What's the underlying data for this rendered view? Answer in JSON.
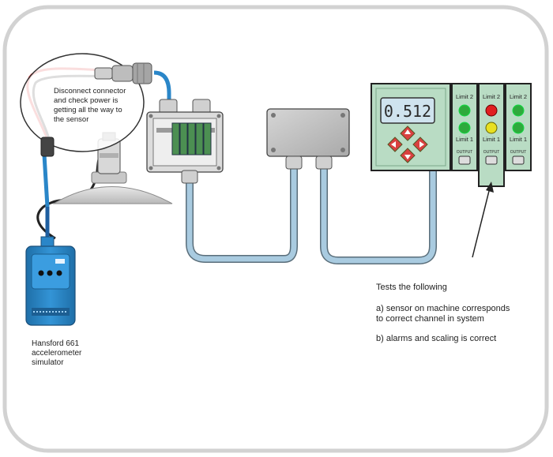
{
  "callout": {
    "lines": [
      "Disconnect connector",
      "and check power is",
      "getting all the way to",
      "the sensor"
    ]
  },
  "simulator": {
    "caption_lines": [
      "Hansford 661",
      "accelerometer",
      "simulator"
    ]
  },
  "display": {
    "reading": "0.512"
  },
  "limit_modules": [
    {
      "top_label": "Limit 2",
      "bottom_label": "Limit 1",
      "output_label": "OUTPUT",
      "top_led": "#2eaa3c",
      "bottom_led": "#2eaa3c"
    },
    {
      "top_label": "Limit 2",
      "bottom_label": "Limit 1",
      "output_label": "OUTPUT",
      "top_led": "#e02020",
      "bottom_led": "#e8e020"
    },
    {
      "top_label": "Limit 2",
      "bottom_label": "Limit 1",
      "output_label": "OUTPUT",
      "top_led": "#2eaa3c",
      "bottom_led": "#2eaa3c"
    }
  ],
  "tests": {
    "heading": "Tests the following",
    "item_a_lines": [
      "a) sensor on machine corresponds",
      "to correct channel in system"
    ],
    "item_b": "b) alarms and scaling is correct"
  },
  "colors": {
    "panel_green": "#b9dcc4",
    "display_lcd": "#cfe3ee",
    "box_grey": "#b9b9b9",
    "cable_blue": "#a9cbe0",
    "simulator_blue": "#2a86c8",
    "arrow_red": "#d94040"
  }
}
